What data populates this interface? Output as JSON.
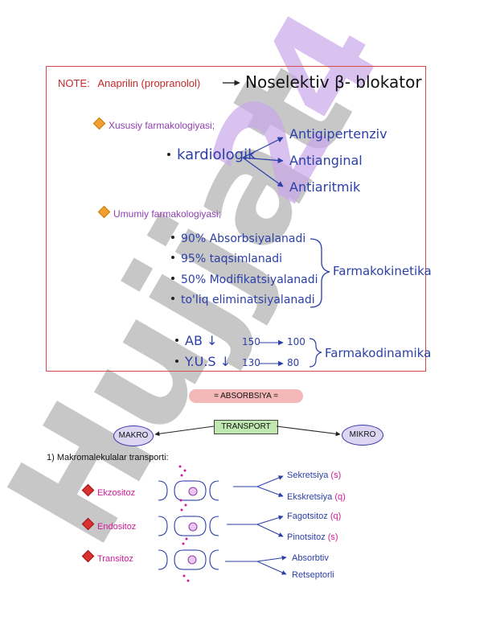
{
  "note": {
    "label": "NOTE:",
    "drug": "Anaprilin (propranolol)",
    "drug_class": "Noselektiv  β- blokator"
  },
  "specific": {
    "heading": "Xususiy farmakologiyasi;",
    "main": "kardiologik",
    "items": [
      "Antigipertenziv",
      "Antianginal",
      "Antiaritmik"
    ]
  },
  "general": {
    "heading": "Umumiy farmakologiyasi;",
    "kinetics": [
      "90% Absorbsiyalanadi",
      "95% taqsimlanadi",
      "50% Modifikatsiyalanadi",
      "to'liq eliminatsiyalanadi"
    ],
    "kinetics_label": "Farmakokinetika",
    "dynamics": [
      {
        "name": "AB",
        "from": "150",
        "to": "100"
      },
      {
        "name": "Y.U.S",
        "from": "130",
        "to": "80"
      }
    ],
    "dynamics_label": "Farmakodinamika"
  },
  "absorption": {
    "title": "= ABSORBSIYA =",
    "transport": "TRANSPORT",
    "macro": "MAKRO",
    "micro": "MIKRO",
    "section": "1) Makromalekulalar transporti:"
  },
  "processes": [
    {
      "name": "Ekzositoz",
      "results": [
        {
          "text": "Sekretsiya",
          "tag": "(s)"
        },
        {
          "text": "Ekskretsiya",
          "tag": "(q)"
        }
      ]
    },
    {
      "name": "Endositoz",
      "results": [
        {
          "text": "Fagotsitoz",
          "tag": "(q)"
        },
        {
          "text": "Pinotsitoz",
          "tag": "(s)"
        }
      ]
    },
    {
      "name": "Transitoz",
      "results": [
        {
          "text": "Absorbtiv",
          "tag": ""
        },
        {
          "text": "Retseptorli",
          "tag": ""
        }
      ]
    }
  ],
  "watermark": "Hujjat24",
  "colors": {
    "border": "#d84a4a",
    "purple": "#8e3fb0",
    "ink": "#2b3fa8",
    "magenta": "#d0199a",
    "pill": "#f4b8b8",
    "transport": "#bfe8b0",
    "watermark": "#bdbdbd"
  }
}
